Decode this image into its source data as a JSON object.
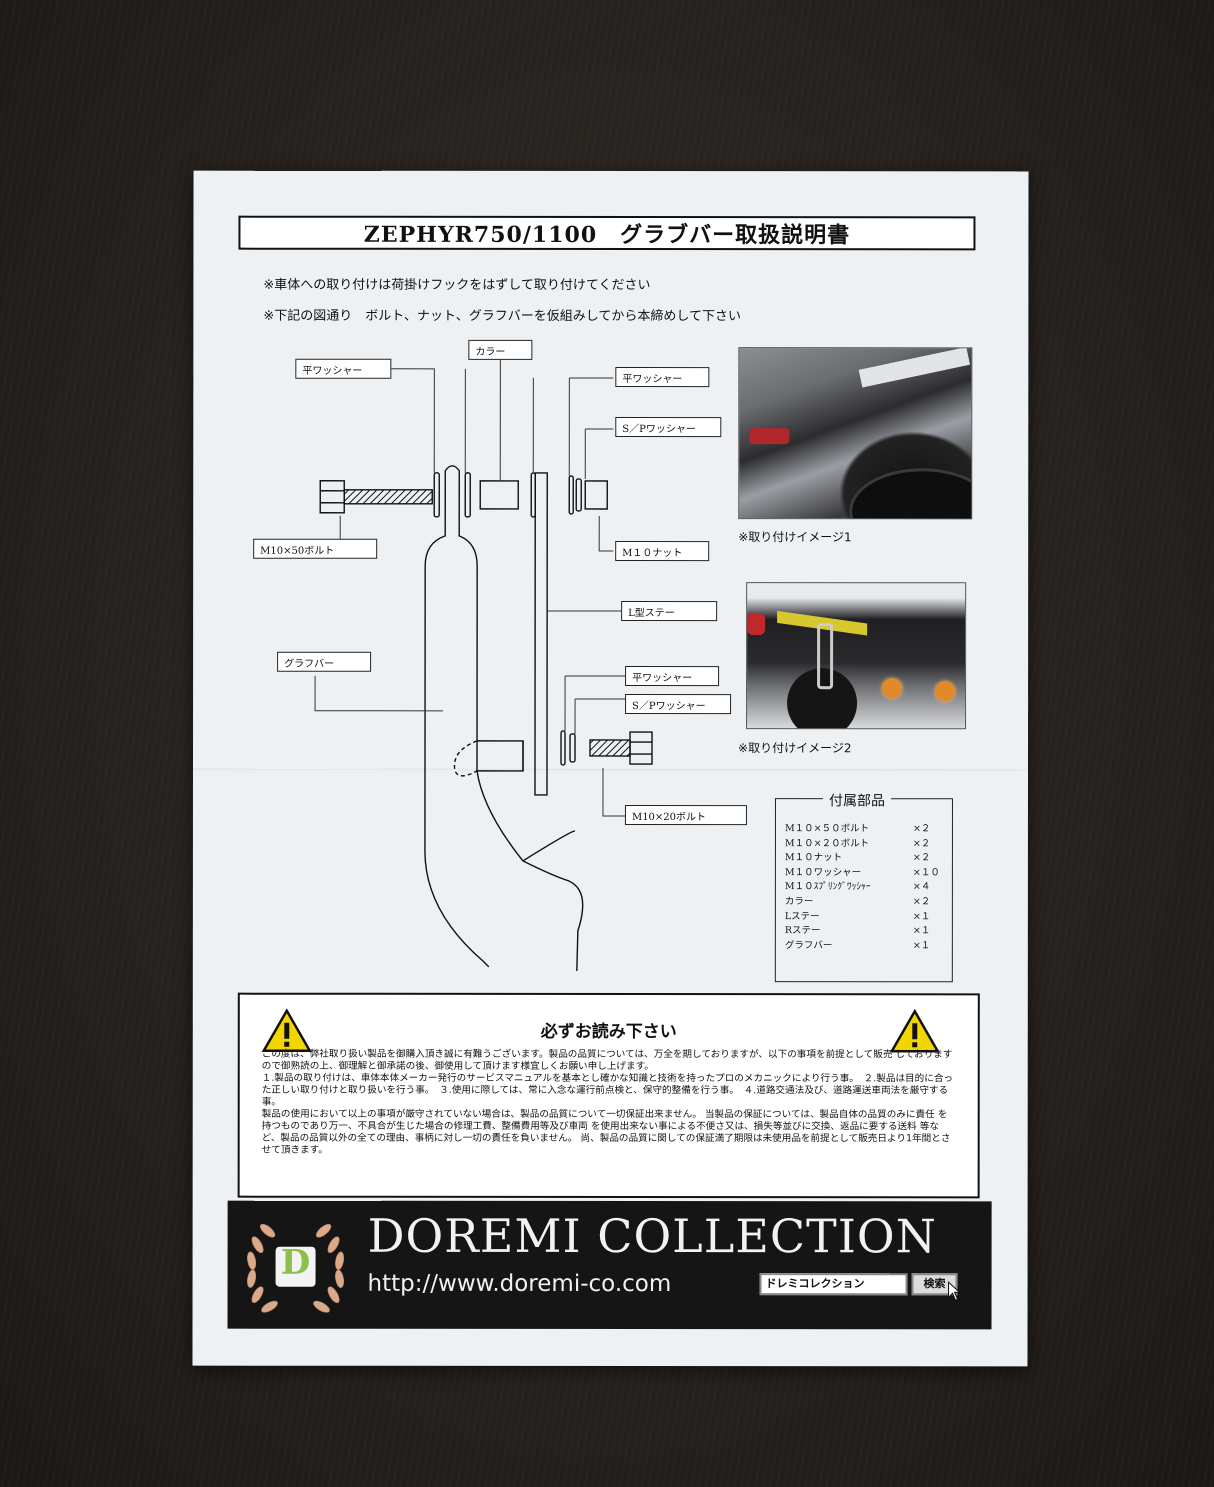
{
  "title": "ZEPHYR750/1100　グラブバー取扱説明書",
  "notes": [
    "※車体への取り付けは荷掛けフックをはずして取り付けてください",
    "※下記の図通り　ボルト、ナット、グラフバーを仮組みしてから本締めして下さい"
  ],
  "diagram_labels": {
    "flat_washer_left": "平ワッシャー",
    "collar": "カラー",
    "flat_washer_top": "平ワッシャー",
    "sp_washer_top": "S／Pワッシャー",
    "bolt_50": "M10×50ボルト",
    "nut": "M１０ナット",
    "l_stay": "L型ステー",
    "grab_bar": "グラフバー",
    "flat_washer_mid": "平ワッシャー",
    "sp_washer_mid": "S／Pワッシャー",
    "bolt_20": "M10×20ボルト"
  },
  "photos": {
    "caption1": "※取り付けイメージ1",
    "caption2": "※取り付けイメージ2"
  },
  "parts": {
    "title": "付属部品",
    "items": [
      {
        "name": "M１０×５０ボルト",
        "qty": "×２"
      },
      {
        "name": "M１０×２０ボルト",
        "qty": "×２"
      },
      {
        "name": "M１０ナット",
        "qty": "×２"
      },
      {
        "name": "M１０ワッシャー",
        "qty": "×１０"
      },
      {
        "name": "M１０ｽﾌﾟﾘﾝｸﾞﾜｯｼｬｰ",
        "qty": "×４"
      },
      {
        "name": "カラー",
        "qty": "×２"
      },
      {
        "name": "Lステー",
        "qty": "×１"
      },
      {
        "name": "Rステー",
        "qty": "×１"
      },
      {
        "name": "グラフバー",
        "qty": "×１"
      }
    ]
  },
  "warning": {
    "title": "必ずお読み下さい",
    "paragraphs": [
      "この度は、弊社取り扱い製品を御購入頂き誠に有難うございます。製品の品質については、万全を期しておりますが、以下の事項を前提として販売 しておりますので御熟読の上、御理解と御承諾の後、御使用して頂けます様宜しくお願い申し上げます。",
      "１.製品の取り付けは、車体本体メーカー発行のサービスマニュアルを基本とし確かな知識と技術を持ったプロのメカニックにより行う事。　２.製品は目的に合った正しい取り付けと取り扱いを行う事。　３.使用に際しては、常に入念な運行前点検と、保守的整備を行う事。　４.道路交通法及び、道路運送車両法を厳守する事。",
      "製品の使用において以上の事項が厳守されていない場合は、製品の品質について一切保証出来ません。 当製品の保証については、製品自体の品質のみに責任 を持つものであり万一、不具合が生じた場合の修理工費、整備費用等及び車両 を使用出来ない事による不便さ又は、損失等並びに交換、返品に要する送料 等など、製品の品質以外の全ての理由、事柄に対し一切の責任を負いません。 尚、製品の品質に関しての保証満了期限は未使用品を前提として販売日より1年間とさせて頂きます。"
    ]
  },
  "footer": {
    "brand": "DOREMI COLLECTION",
    "url": "http://www.doremi-co.com",
    "search_text": "ドレミコレクション",
    "search_button": "検索",
    "logo_letter": "D"
  },
  "colors": {
    "paper": "#eef1f4",
    "footer_bg": "#151515",
    "warning_yellow": "#f2d600",
    "logo_green": "#8dbf4a"
  }
}
